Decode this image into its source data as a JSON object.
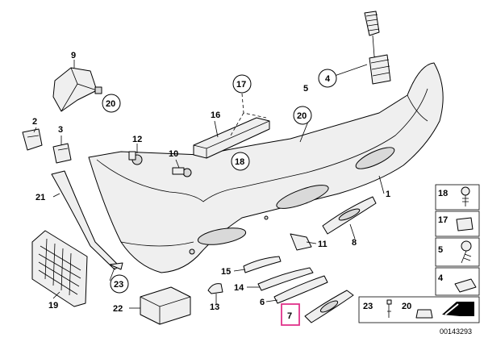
{
  "callouts": {
    "c1": "1",
    "c2": "2",
    "c3": "3",
    "c4": "4",
    "c5": "5",
    "c6": "6",
    "c7": "7",
    "c8": "8",
    "c9": "9",
    "c10": "10",
    "c11": "11",
    "c12": "12",
    "c13": "13",
    "c14": "14",
    "c15": "15",
    "c16": "16",
    "c17": "17",
    "c18": "18",
    "c19": "19",
    "c20": "20",
    "c21": "21",
    "c22": "22",
    "c23": "23",
    "c5b": "5",
    "c17b": "17",
    "c18b": "18",
    "c20b": "20"
  },
  "legend": {
    "r18": "18",
    "r17": "17",
    "r5": "5",
    "r4": "4",
    "r23": "23",
    "r20": "20"
  },
  "diagram_id": "00143293",
  "highlight_color": "#e0338a"
}
